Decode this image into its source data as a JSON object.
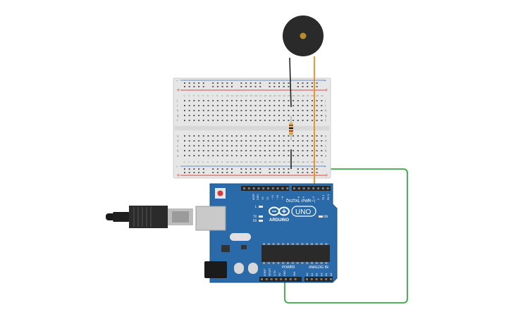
{
  "colors": {
    "background": "#ffffff",
    "board": "#2b6aa8",
    "board_edge": "#1e5288",
    "breadboard": "#e6e6e6",
    "rail_red": "#d84b4b",
    "rail_blue": "#3a6fc4",
    "wire_green": "#3aa845",
    "wire_orange": "#f08a1c",
    "buzzer": "#2a2a2a",
    "buzzer_center": "#b98a2e"
  },
  "icons": {
    "buzzer": "piezo-buzzer-icon",
    "resistor": "resistor-icon",
    "usb": "usb-cable-icon",
    "logo": "arduino-infinity-logo-icon"
  },
  "board": {
    "logo_text": "ARDUINO",
    "model": "UNO",
    "digital_label": "DIGITAL (PWM~)",
    "power_label": "POWER",
    "analog_label": "ANALOG IN",
    "aref": "AREF",
    "gnd": "GND",
    "l_led": "L",
    "tx_led": "TX",
    "rx_led": "RX",
    "on_led": "ON",
    "reset": "RESET",
    "v3": "3.3V",
    "v5": "5V",
    "vin": "VIN",
    "ioref": "IOREF",
    "digital_pins": [
      "13",
      "12",
      "~11",
      "~10",
      "~9",
      "8",
      "7",
      "~6",
      "~5",
      "4",
      "~3",
      "2",
      "TX 1",
      "RX 0"
    ],
    "analog_pins": [
      "A0",
      "A1",
      "A2",
      "A3",
      "A4",
      "A5"
    ]
  },
  "breadboard": {
    "plus": "+",
    "minus": "-",
    "row_letters_top": [
      "j",
      "i",
      "h",
      "g",
      "f"
    ],
    "row_letters_bottom": [
      "e",
      "d",
      "c",
      "b",
      "a"
    ],
    "column_count": 30
  }
}
